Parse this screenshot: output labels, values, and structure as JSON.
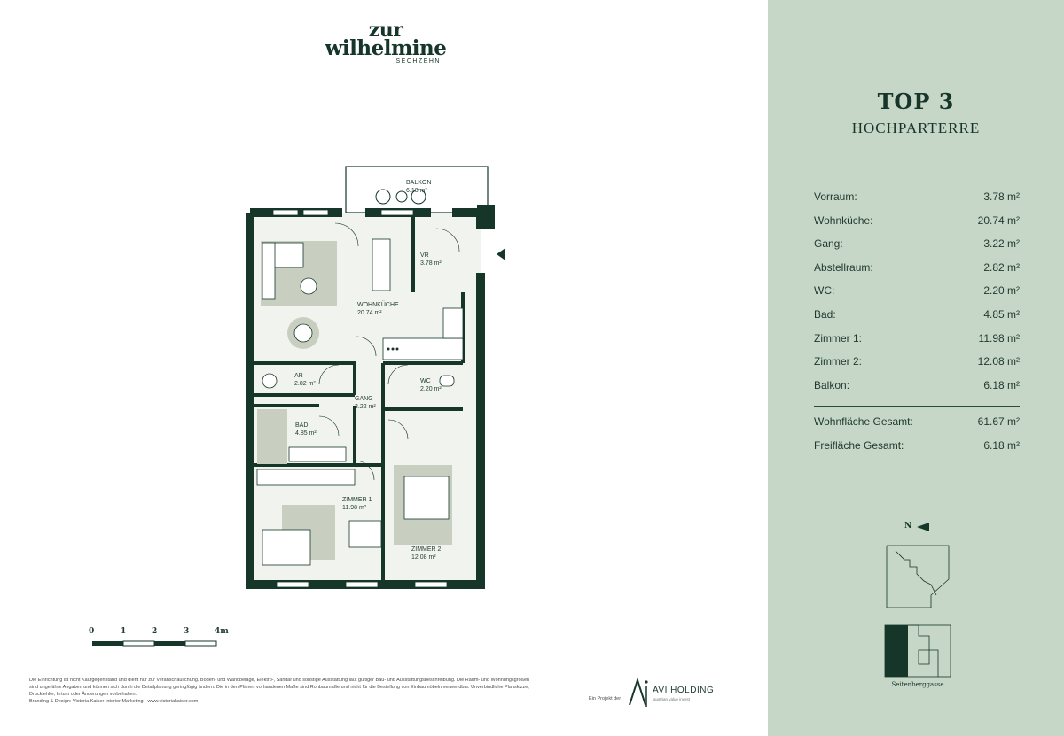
{
  "logo": {
    "line1": "zur",
    "line2": "wilhelmine",
    "line3": "SECHZEHN"
  },
  "plan": {
    "rooms": [
      {
        "name": "BALKON",
        "area": "6.18 m²"
      },
      {
        "name": "VR",
        "area": "3.78 m²"
      },
      {
        "name": "WOHNKÜCHE",
        "area": "20.74 m²"
      },
      {
        "name": "AR",
        "area": "2.82 m²"
      },
      {
        "name": "GANG",
        "area": "3.22 m²"
      },
      {
        "name": "WC",
        "area": "2.20 m²"
      },
      {
        "name": "BAD",
        "area": "4.85 m²"
      },
      {
        "name": "ZIMMER 1",
        "area": "11.98 m²"
      },
      {
        "name": "ZIMMER 2",
        "area": "12.08 m²"
      }
    ]
  },
  "scale": {
    "labels": [
      "0",
      "1",
      "2",
      "3",
      "4m"
    ]
  },
  "disclaimer": {
    "line1": "Die Einrichtung ist nicht Kaufgegenstand und dient nur zur Veranschaulichung. Boden- und Wandbeläge, Elektro-, Sanitär und sonstige Ausstattung laut gültiger Bau- und Ausstattungsbeschreibung. Die Raum- und Wohnungsgrößen",
    "line2": "sind ungefähre Angaben und können sich durch die Detailplanung geringfügig ändern. Die in den Plänen vorhandenen Maße sind Rohbaumaße und nicht für die Bestellung von Einbaumöbeln verwendbar. Unverbindliche Planskizze,",
    "line3": "Druckfehler, Irrtum oder Änderungen vorbehalten.",
    "line4": "Branding & Design: Victoria Kaiser Interior Marketing - www.victoriakaiser.com"
  },
  "developer": {
    "prefix": "Ein Projekt der",
    "name": "AVI HOLDING",
    "slogan": "austrian value invest"
  },
  "unit": {
    "title": "TOP 3",
    "floor": "HOCHPARTERRE"
  },
  "areas": [
    {
      "label": "Vorraum:",
      "value": "3.78 m²"
    },
    {
      "label": "Wohnküche:",
      "value": "20.74 m²"
    },
    {
      "label": "Gang:",
      "value": "3.22 m²"
    },
    {
      "label": "Abstellraum:",
      "value": "2.82 m²"
    },
    {
      "label": "WC:",
      "value": "2.20 m²"
    },
    {
      "label": "Bad:",
      "value": "4.85 m²"
    },
    {
      "label": "Zimmer 1:",
      "value": "11.98 m²"
    },
    {
      "label": "Zimmer 2:",
      "value": "12.08 m²"
    },
    {
      "label": "Balkon:",
      "value": "6.18 m²"
    }
  ],
  "totals": [
    {
      "label": "Wohnfläche Gesamt:",
      "value": "61.67 m²"
    },
    {
      "label": "Freifläche Gesamt:",
      "value": "6.18 m²"
    }
  ],
  "orientation": {
    "north_label": "N"
  },
  "site": {
    "street": "Seitenberggasse"
  },
  "colors": {
    "dark_green": "#153628",
    "panel_green": "#c6d6c7",
    "furniture": "#c9cfc0"
  },
  "icons": [
    "entrance-arrow-icon",
    "north-arrow-icon",
    "avi-logo-icon"
  ]
}
